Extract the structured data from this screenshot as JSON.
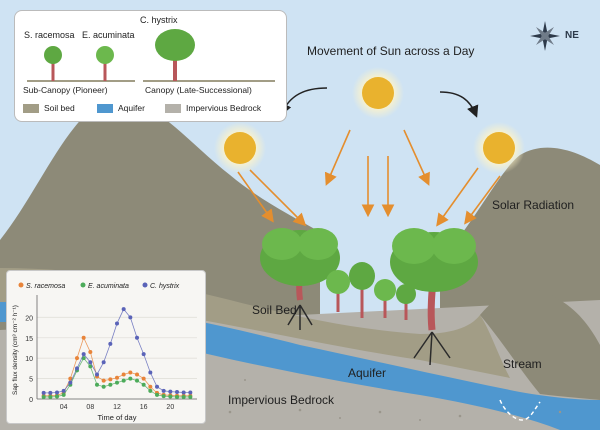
{
  "diagram": {
    "sun_title": "Movement  of Sun across a Day",
    "solar_label": "Solar Radiation",
    "soil_label": "Soil Bed",
    "aquifer_label": "Aquifer",
    "stream_label": "Stream",
    "bedrock_label": "Impervious Bedrock",
    "compass_label": "NE"
  },
  "legend": {
    "species": [
      "S. racemosa",
      "E. acuminata",
      "C. hystrix"
    ],
    "caption_subcanopy": "Sub-Canopy (Pioneer)",
    "caption_canopy": "Canopy (Late-Successional)",
    "items": [
      {
        "label": "Soil bed",
        "color": "#a29d86"
      },
      {
        "label": "Aquifer",
        "color": "#4f97cf"
      },
      {
        "label": "Impervious Bedrock",
        "color": "#b4b1aa"
      }
    ]
  },
  "colors": {
    "sky": "#cfe3f3",
    "hill": "#8d8a78",
    "soil": "#a29d86",
    "aquifer": "#4f97cf",
    "bedrock": "#b4b1aa",
    "sun": "#e9b22e",
    "ray": "#e48e2e",
    "foliage": "#5ea842",
    "trunk": "#b8575a"
  },
  "chart_data": {
    "type": "line",
    "xlabel": "Time of day",
    "ylabel": "Sap flux density (cm³ cm⁻² h⁻¹)",
    "xlim": [
      0,
      24
    ],
    "ylim": [
      0,
      24
    ],
    "xticks": [
      "04",
      "08",
      "12",
      "16",
      "20"
    ],
    "yticks": [
      "0",
      "5",
      "10",
      "15",
      "20"
    ],
    "x": [
      1,
      2,
      3,
      4,
      5,
      6,
      7,
      8,
      9,
      10,
      11,
      12,
      13,
      14,
      15,
      16,
      17,
      18,
      19,
      20,
      21,
      22,
      23
    ],
    "series": [
      {
        "name": "S. racemosa",
        "color": "#e8843a",
        "values": [
          0.8,
          0.8,
          0.9,
          1.5,
          5,
          10,
          15,
          11.5,
          5.5,
          4.5,
          4.8,
          5.2,
          6,
          6.5,
          6,
          5,
          3,
          1.5,
          1,
          0.9,
          0.8,
          0.8,
          0.8
        ]
      },
      {
        "name": "E. acuminata",
        "color": "#4cab5a",
        "values": [
          0.5,
          0.5,
          0.6,
          1,
          3.5,
          7,
          10,
          8,
          3.5,
          3,
          3.5,
          4,
          4.5,
          5,
          4.5,
          3.5,
          2,
          1,
          0.7,
          0.6,
          0.5,
          0.5,
          0.5
        ]
      },
      {
        "name": "C. hystrix",
        "color": "#5a63b8",
        "values": [
          1.5,
          1.5,
          1.6,
          2,
          4,
          7.5,
          11,
          9,
          6,
          9,
          13.5,
          18.5,
          22,
          20,
          15,
          11,
          6.5,
          3,
          2,
          1.8,
          1.7,
          1.6,
          1.6
        ]
      }
    ]
  }
}
